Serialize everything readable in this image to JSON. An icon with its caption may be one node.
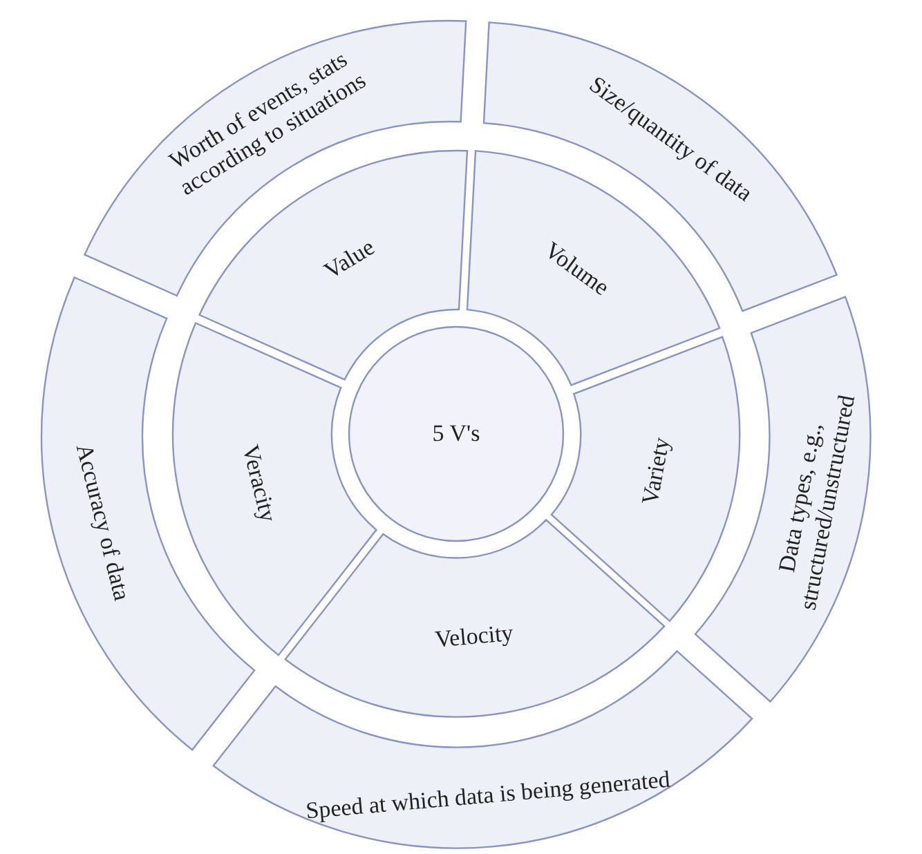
{
  "diagram": {
    "nodes": [
      {
        "text": [
          "5 V's"
        ]
      },
      {
        "text": [
          "Worth of events, stats according to situations"
        ]
      },
      {
        "text": [
          "Size/quantity of data"
        ]
      },
      {
        "text": [
          "Value"
        ]
      },
      {
        "text": [
          "Volume"
        ]
      },
      {
        "text": [
          "Veracity"
        ]
      },
      {
        "text": [
          "Variety"
        ]
      },
      {
        "text": [
          "Accuracy of data"
        ]
      },
      {
        "text": [
          "Velocity"
        ]
      },
      {
        "text": [
          "Data types, e.g., structured/unstructured"
        ]
      },
      {
        "text": [
          "Speed at which data is being generated"
        ]
      }
    ]
  }
}
